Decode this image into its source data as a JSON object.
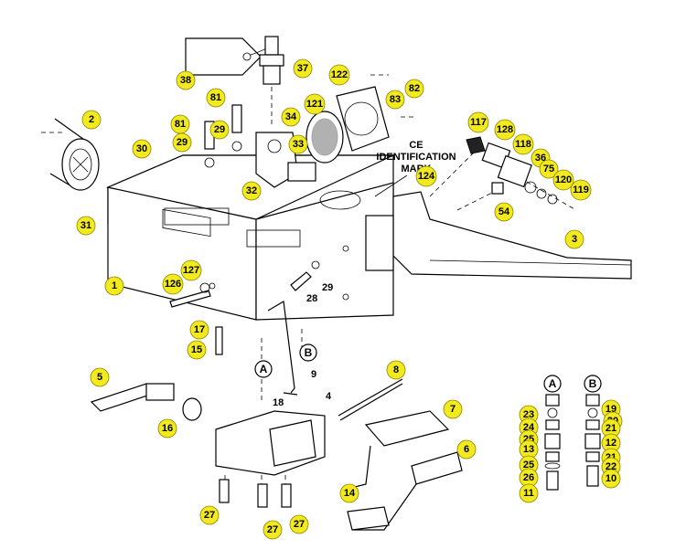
{
  "ce_label": {
    "line1": "CE",
    "line2": "IDENTIFICATION",
    "line3": "MARK"
  },
  "callouts": {
    "p1": "1",
    "p2": "2",
    "p3": "3",
    "p4": "4",
    "p5": "5",
    "p6": "6",
    "p7": "7",
    "p8": "8",
    "p9": "9",
    "p10": "10",
    "p11": "11",
    "p12": "12",
    "p13": "13",
    "p14": "14",
    "p15": "15",
    "p16": "16",
    "p17": "17",
    "p18": "18",
    "p19": "19",
    "p20": "20",
    "p21": "21",
    "p22": "22",
    "p23": "23",
    "p24": "24",
    "p25": "25",
    "p26": "26",
    "p27": "27",
    "p28": "28",
    "p29": "29",
    "p30": "30",
    "p31": "31",
    "p32": "32",
    "p33": "33",
    "p34": "34",
    "p36": "36",
    "p37": "37",
    "p38": "38",
    "p54": "54",
    "p75": "75",
    "p81": "81",
    "p82": "82",
    "p83": "83",
    "p117": "117",
    "p118": "118",
    "p119": "119",
    "p120": "120",
    "p121": "121",
    "p122": "122",
    "p124": "124",
    "p126": "126",
    "p127": "127",
    "p128": "128"
  },
  "badges": {
    "a": "A",
    "b": "B"
  },
  "colors": {
    "callout_fill": "#f2ea1e",
    "line": "#000000",
    "background": "#ffffff"
  }
}
